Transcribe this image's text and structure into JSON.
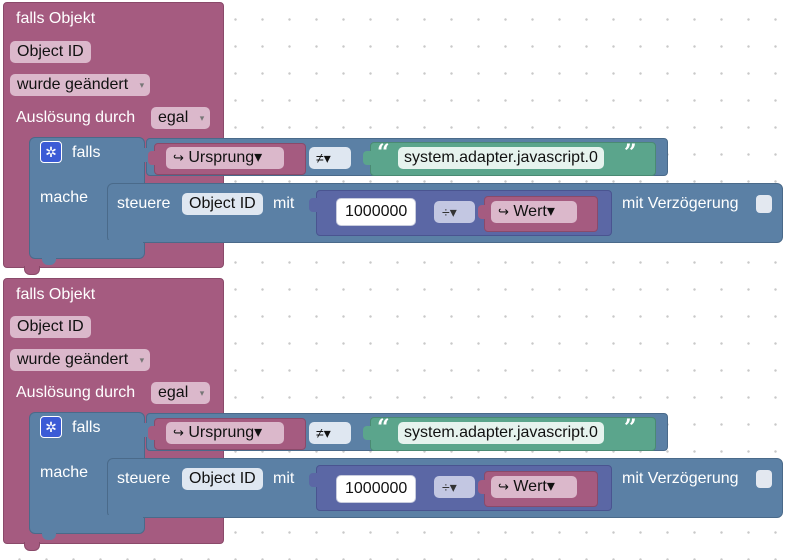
{
  "blocks": [
    {
      "event_title": "falls Objekt",
      "object_id": "Object ID",
      "changed": "wurde geändert",
      "trigger_label": "Auslösung durch",
      "trigger_value": "egal",
      "if_label": "falls",
      "do_label": "mache",
      "var_name": "Ursprung",
      "operator": "≠",
      "string_value": "system.adapter.javascript.0",
      "control_label": "steuere",
      "control_object": "Object ID",
      "with_label": "mit",
      "number": "1000000",
      "math_op": "÷",
      "value_var": "Wert",
      "delay_label": "mit Verzögerung"
    },
    {
      "event_title": "falls Objekt",
      "object_id": "Object ID",
      "changed": "wurde geändert",
      "trigger_label": "Auslösung durch",
      "trigger_value": "egal",
      "if_label": "falls",
      "do_label": "mache",
      "var_name": "Ursprung",
      "operator": "≠",
      "string_value": "system.adapter.javascript.0",
      "control_label": "steuere",
      "control_object": "Object ID",
      "with_label": "mit",
      "number": "1000000",
      "math_op": "÷",
      "value_var": "Wert",
      "delay_label": "mit Verzögerung"
    }
  ],
  "icons": {
    "gear": "gear-icon",
    "dropdown": "▾",
    "var": "↪",
    "quote_open": "“",
    "quote_close": "”"
  },
  "colors": {
    "event": "#a55b80",
    "logic": "#5b80a5",
    "text": "#5ba58c",
    "math": "#5b67a5"
  }
}
